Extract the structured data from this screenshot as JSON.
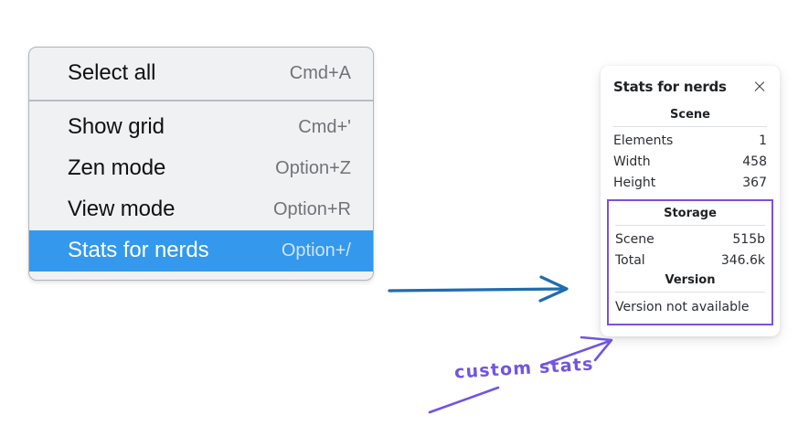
{
  "colors": {
    "menu_background": "#f0f1f3",
    "menu_border": "#b0b6bd",
    "menu_selected": "#3498ec",
    "panel_background": "#ffffff",
    "annotation_purple": "#7254e0",
    "annotation_box_purple": "#7d4fe0",
    "annotation_arrow_blue": "#1f6cb0",
    "page_background": "#ffffff"
  },
  "context_menu": {
    "groups": [
      {
        "items": [
          {
            "label": "Select all",
            "shortcut": "Cmd+A",
            "selected": false
          }
        ]
      },
      {
        "items": [
          {
            "label": "Show grid",
            "shortcut": "Cmd+'",
            "selected": false
          },
          {
            "label": "Zen mode",
            "shortcut": "Option+Z",
            "selected": false
          },
          {
            "label": "View mode",
            "shortcut": "Option+R",
            "selected": false
          },
          {
            "label": "Stats for nerds",
            "shortcut": "Option+/",
            "selected": true
          }
        ]
      }
    ]
  },
  "stats_panel": {
    "title": "Stats for nerds",
    "close_icon": "close-icon",
    "sections": [
      {
        "heading": "Scene",
        "rows": [
          {
            "key": "Elements",
            "value": "1"
          },
          {
            "key": "Width",
            "value": "458"
          },
          {
            "key": "Height",
            "value": "367"
          }
        ]
      },
      {
        "heading": "Storage",
        "rows": [
          {
            "key": "Scene",
            "value": "515b"
          },
          {
            "key": "Total",
            "value": "346.6k"
          }
        ]
      },
      {
        "heading": "Version",
        "note": "Version not available"
      }
    ]
  },
  "annotations": {
    "label": "custom stats",
    "blue_arrow_name": "blue-arrow-to-panel",
    "purple_arrow_name": "purple-arrow-to-version"
  }
}
